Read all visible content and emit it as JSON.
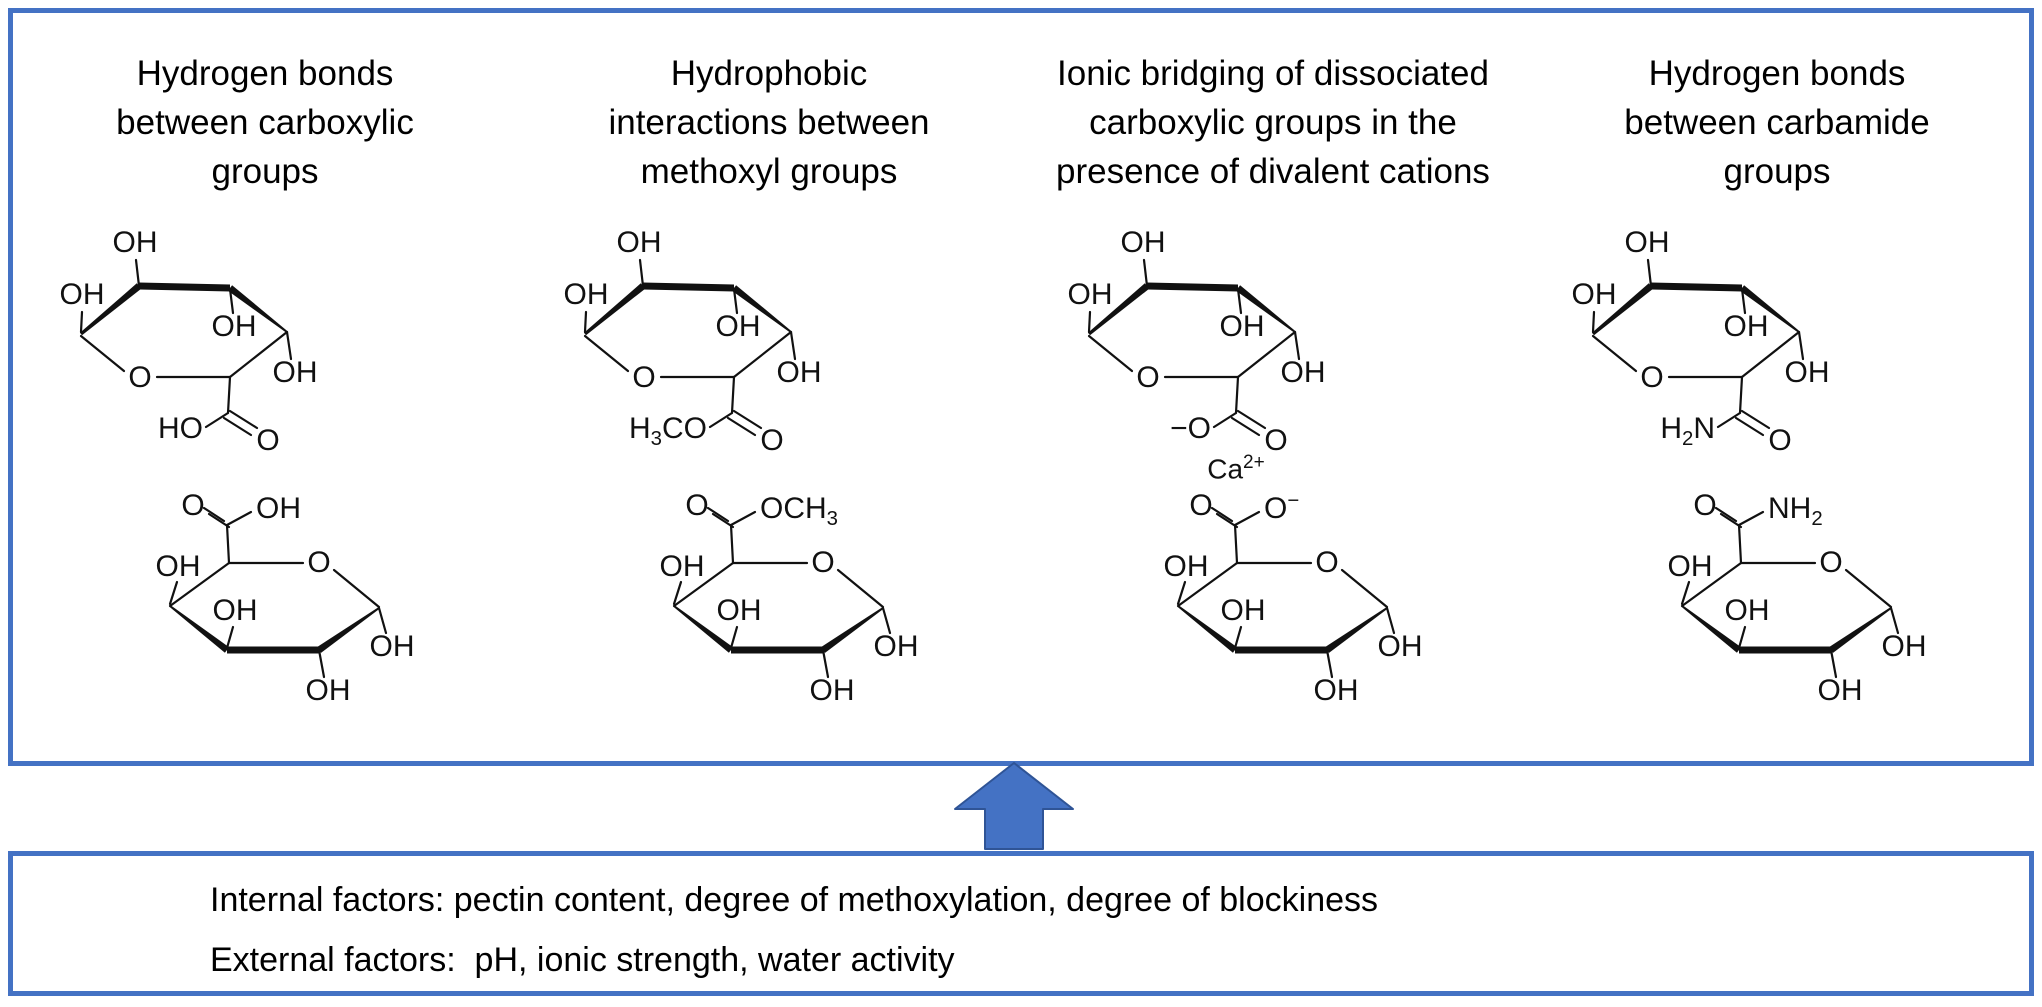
{
  "colors": {
    "box_border": "#4472C4",
    "arrow_fill": "#4472C4",
    "arrow_outline": "#2F5496",
    "text": "#111111"
  },
  "labels": {
    "hydroxyl": "OH",
    "ring_oxygen": "O",
    "carbonyl_oxygen": "O"
  },
  "mechanisms": {
    "panels": [
      {
        "title": "Hydrogen bonds\nbetween carboxylic\ngroups",
        "top_ring_group": "HO",
        "bottom_ring_group": "OH",
        "cation": ""
      },
      {
        "title": "Hydrophobic\ninteractions between\nmethoxyl groups",
        "top_ring_group": "H{3}CO",
        "bottom_ring_group": "OCH{3}",
        "cation": ""
      },
      {
        "title": "Ionic bridging of dissociated\ncarboxylic groups in the\npresence of divalent cations",
        "top_ring_group": "−O",
        "bottom_ring_group": "O[−]",
        "cation": "Ca[2+]"
      },
      {
        "title": "Hydrogen bonds\nbetween carbamide\ngroups",
        "top_ring_group": "H{2}N",
        "bottom_ring_group": "NH{2}",
        "cation": ""
      }
    ]
  },
  "factors_box": {
    "internal": "Internal factors: pectin content, degree of methoxylation, degree of blockiness",
    "external": "External factors:  pH, ionic strength, water activity"
  }
}
